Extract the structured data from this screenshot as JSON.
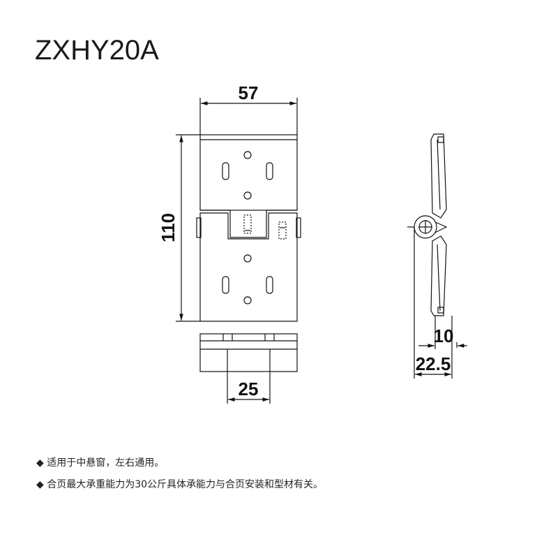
{
  "title": "ZXHY20A",
  "dimensions": {
    "width": "57",
    "height": "110",
    "base_width": "25",
    "side_small": "10",
    "side_total": "22.5"
  },
  "notes": [
    "◆ 适用于中悬窗，左右通用。",
    "◆ 合页最大承重能力为30公斤具体承能力与合页安装和型材有关。"
  ],
  "colors": {
    "outline": "#111111",
    "background": "#ffffff"
  }
}
